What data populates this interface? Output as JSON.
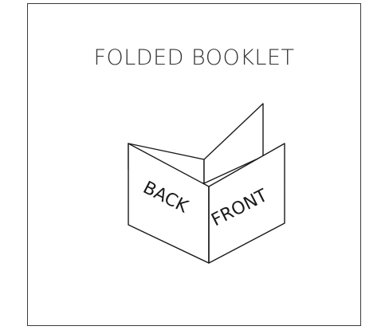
{
  "title": "FOLDED BOOKLET",
  "panels": {
    "back_label": "BACK",
    "front_label": "FRONT"
  },
  "colors": {
    "stroke": "#1a1a1a",
    "frame": "#3a3a3a",
    "background": "#ffffff"
  }
}
